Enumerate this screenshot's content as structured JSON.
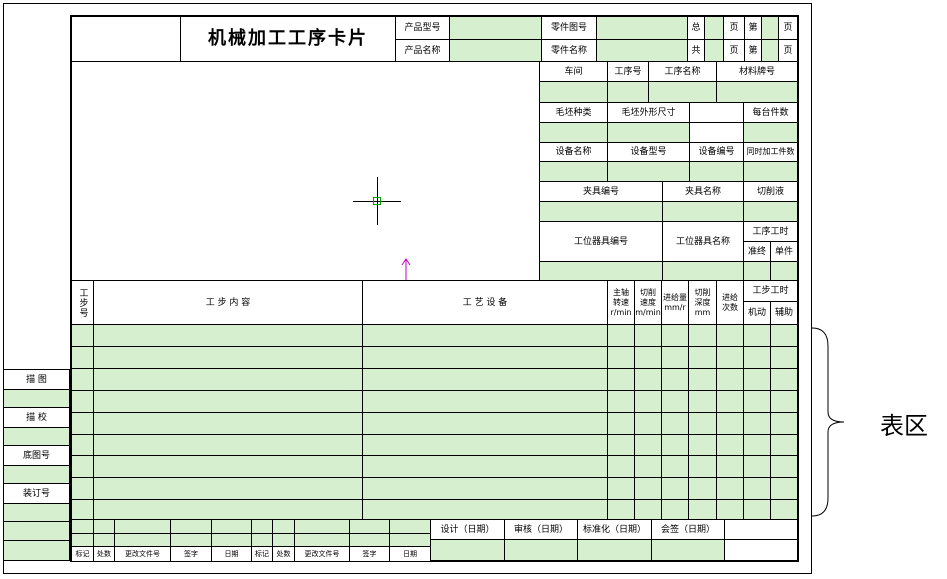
{
  "header": {
    "title": "机械加工工序卡片",
    "product_model_label": "产品型号",
    "product_name_label": "产品名称",
    "part_drawing_label": "零件图号",
    "part_name_label": "零件名称",
    "total_label": "总",
    "page_label": "页",
    "sheet_label": "第",
    "common_label": "共"
  },
  "right_panel": {
    "workshop": "车间",
    "process_no": "工序号",
    "process_name": "工序名称",
    "material_grade": "材料牌号",
    "blank_type": "毛坯种类",
    "blank_size": "毛坯外形尺寸",
    "per_blank_parts": "每台件数",
    "equipment_name": "设备名称",
    "equipment_model": "设备型号",
    "equipment_no": "设备编号",
    "simultaneous_parts": "同时加工件数",
    "fixture_no": "夹具编号",
    "fixture_name": "夹具名称",
    "coolant": "切削液",
    "station_tool_no": "工位器具编号",
    "station_tool_name": "工位器具名称",
    "process_hours": "工序工时",
    "prep_final": "准终",
    "unit": "单件"
  },
  "steps_table": {
    "step_no": "工步号",
    "step_content": "工 步 内 容",
    "equipment": "工 艺 设 备",
    "spindle_speed": "主轴转速",
    "spindle_unit": "r/min",
    "cutting_speed": "切削速度",
    "cutting_unit": "m/min",
    "feed": "进给量",
    "feed_unit": "mm/r",
    "depth": "切削深度",
    "depth_unit": "mm",
    "passes": "进给次数",
    "step_hours": "工步工时",
    "machine": "机动",
    "aux": "辅助"
  },
  "left_side": {
    "drawing": "描 图",
    "check": "描 校",
    "base_drawing_no": "底图号",
    "binding_no": "装订号"
  },
  "footer": {
    "design": "设计（日期）",
    "review": "审核（日期）",
    "standard": "标准化（日期）",
    "countersign": "会签（日期）",
    "mark": "标记",
    "count": "处数",
    "change_doc": "更改文件号",
    "sign": "签字",
    "date": "日期"
  },
  "annotation": {
    "table_area": "表区"
  },
  "colors": {
    "fill": "#d6f0cf",
    "crosshair": "#000000",
    "cursor_box": "#00a000",
    "axis": "#c000c0"
  }
}
